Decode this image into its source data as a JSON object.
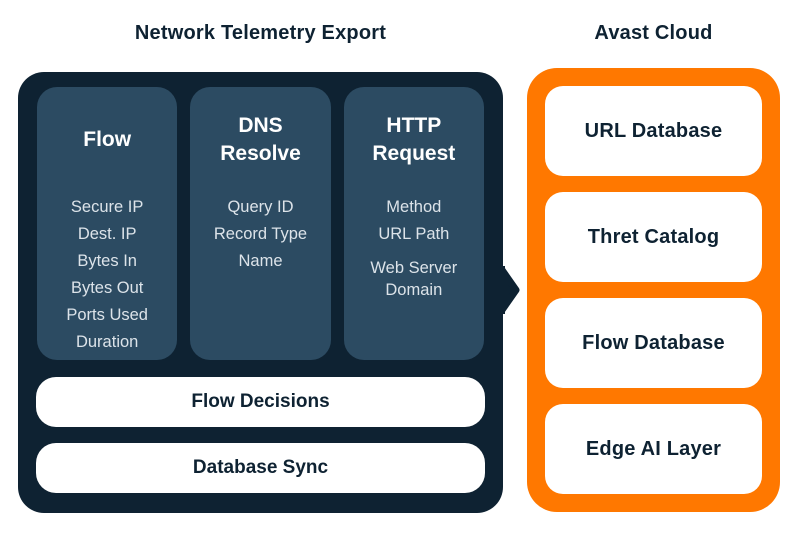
{
  "titles": {
    "left": "Network Telemetry Export",
    "right": "Avast Cloud"
  },
  "left_panel": {
    "columns": [
      {
        "heading": "Flow",
        "items": [
          "Secure IP",
          "Dest. IP",
          "Bytes In",
          "Bytes Out",
          "Ports Used",
          "Duration"
        ]
      },
      {
        "heading": "DNS Resolve",
        "items": [
          "Query ID",
          "Record Type",
          "Name"
        ]
      },
      {
        "heading": "HTTP Request",
        "items": [
          "Method",
          "URL Path",
          "Web Server Domain"
        ]
      }
    ],
    "bars": [
      "Flow Decisions",
      "Database Sync"
    ]
  },
  "right_panel": {
    "boxes": [
      "URL Database",
      "Thret Catalog",
      "Flow Database",
      "Edge AI Layer"
    ]
  },
  "colors": {
    "panel_dark_navy": "#0E2232",
    "column_slate_blue": "#2C4B62",
    "cloud_orange": "#FF7800",
    "box_white": "#FFFFFF",
    "item_text": "#DCE3E9",
    "title_text": "#0E2232"
  },
  "icons": {
    "connector_arrow": "right-pointing-triangle"
  }
}
